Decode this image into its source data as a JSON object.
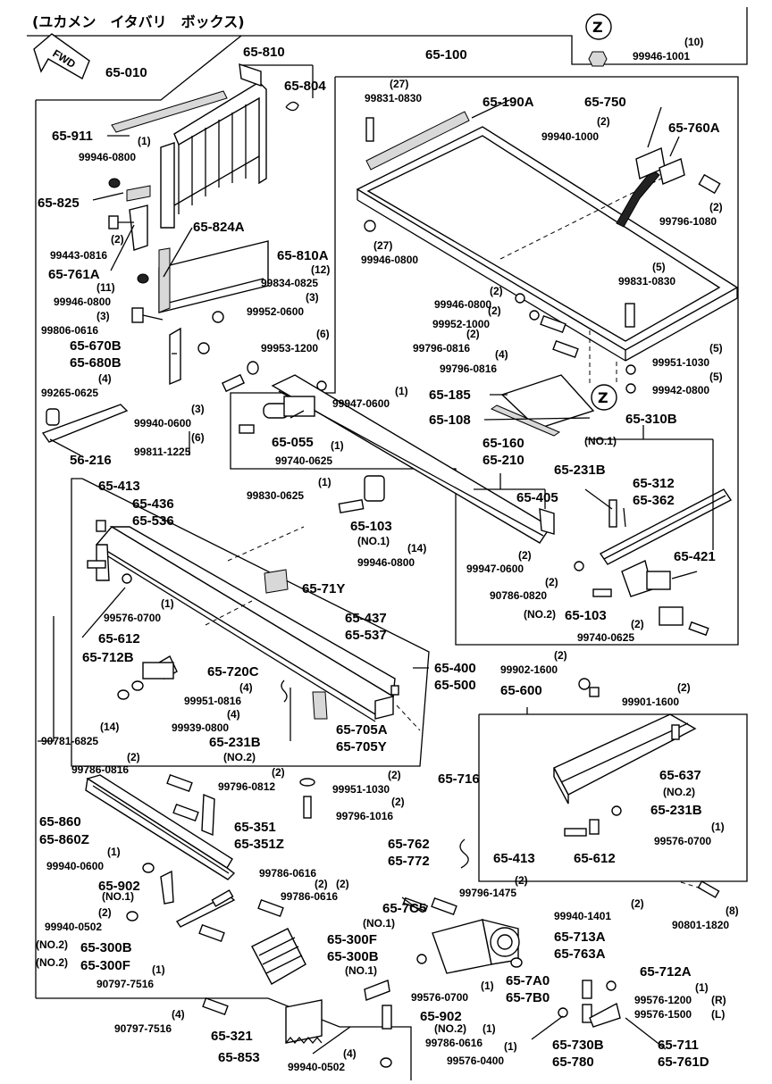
{
  "header": {
    "title": "(ユカメン　イタバリ　ボックス)"
  },
  "fwd_label": "FWD",
  "ref_marker": "Z",
  "parts": {
    "p65_010": "65-010",
    "p65_810": "65-810",
    "p65_804": "65-804",
    "p65_911": "65-911",
    "p99946_0800a": "99946-0800",
    "q1a": "(1)",
    "p65_825": "65-825",
    "p99443_0816": "99443-0816",
    "q2a": "(2)",
    "p65_761A": "65-761A",
    "p99946_0800b": "99946-0800",
    "q11": "(11)",
    "p65_824A": "65-824A",
    "p65_810A": "65-810A",
    "p99834_0825": "99834-0825",
    "q12": "(12)",
    "p99952_0600": "99952-0600",
    "q3a": "(3)",
    "p99806_0616": "99806-0616",
    "q3b": "(3)",
    "p65_670B": "65-670B",
    "p65_680B": "65-680B",
    "p99953_1200": "99953-1200",
    "q6a": "(6)",
    "p99265_0625": "99265-0625",
    "q4a": "(4)",
    "p99940_0600a": "99940-0600",
    "q3c": "(3)",
    "p99811_1225": "99811-1225",
    "q6b": "(6)",
    "p56_216": "56-216",
    "p65_100": "65-100",
    "p99831_0830a": "99831-0830",
    "q27a": "(27)",
    "p65_190A": "65-190A",
    "p65_750": "65-750",
    "p99940_1000": "99940-1000",
    "q2b": "(2)",
    "p65_760A": "65-760A",
    "p99796_1080": "99796-1080",
    "q2c": "(2)",
    "p99946_0800c": "99946-0800",
    "q27b": "(27)",
    "p99831_0830b": "99831-0830",
    "q5a": "(5)",
    "p99946_0800d": "99946-0800",
    "q2d": "(2)",
    "p99952_1000": "99952-1000",
    "q2e": "(2)",
    "p99796_0816a": "99796-0816",
    "q2f": "(2)",
    "p99796_0816b": "99796-0816",
    "q4b": "(4)",
    "p99951_1030a": "99951-1030",
    "q5b": "(5)",
    "p99942_0800": "99942-0800",
    "q5c": "(5)",
    "p65_185": "65-185",
    "p65_108": "65-108",
    "p99947_0600a": "99947-0600",
    "q1b": "(1)",
    "p65_055": "65-055",
    "p99740_0625a": "99740-0625",
    "q1c": "(1)",
    "p99946_1001": "99946-1001",
    "q10": "(10)",
    "p65_160": "65-160",
    "p65_210": "65-210",
    "p65_310B": "65-310B",
    "no1a": "(NO.1)",
    "p65_231Ba": "65-231B",
    "p65_312": "65-312",
    "p65_362": "65-362",
    "p65_405": "65-405",
    "p65_421": "65-421",
    "p99830_0625": "99830-0625",
    "q1d": "(1)",
    "p65_103a": "65-103",
    "no1b": "(NO.1)",
    "q14a": "(14)",
    "p99946_0800e": "99946-0800",
    "p99947_0600b": "99947-0600",
    "q2g": "(2)",
    "p90786_0820": "90786-0820",
    "q2h": "(2)",
    "no2a": "(NO.2)",
    "p65_103b": "65-103",
    "p99740_0625b": "99740-0625",
    "q2i": "(2)",
    "p65_413a": "65-413",
    "p65_436": "65-436",
    "p65_536": "65-536",
    "p65_71Y": "65-71Y",
    "p99576_0700a": "99576-0700",
    "q1e": "(1)",
    "p65_612a": "65-612",
    "p65_437": "65-437",
    "p65_537": "65-537",
    "p65_712B": "65-712B",
    "p65_720C": "65-720C",
    "p99951_0816": "99951-0816",
    "q4c": "(4)",
    "p99939_0800": "99939-0800",
    "q4d": "(4)",
    "p65_231Bb": "65-231B",
    "no2b": "(NO.2)",
    "p65_705A": "65-705A",
    "p65_705Y": "65-705Y",
    "p65_400": "65-400",
    "p65_500": "65-500",
    "p90781_6825": "90781-6825",
    "q14b": "(14)",
    "p99902_1600": "99902-1600",
    "q2j": "(2)",
    "p99901_1600": "99901-1600",
    "q2k": "(2)",
    "p65_600": "65-600",
    "p65_716": "65-716",
    "p65_637": "65-637",
    "no2c": "(NO.2)",
    "p65_231Bc": "65-231B",
    "p99576_0700b": "99576-0700",
    "q1f": "(1)",
    "p65_413b": "65-413",
    "p65_612b": "65-612",
    "p99786_0816": "99786-0816",
    "q2l": "(2)",
    "p99796_0812": "99796-0812",
    "q2m": "(2)",
    "p99951_1030b": "99951-1030",
    "q2n": "(2)",
    "p99796_1016": "99796-1016",
    "q2o": "(2)",
    "p65_860": "65-860",
    "p65_860Z": "65-860Z",
    "p65_351": "65-351",
    "p65_351Z": "65-351Z",
    "p65_762": "65-762",
    "p65_772": "65-772",
    "p99940_0600b": "99940-0600",
    "q1g": "(1)",
    "p65_902a": "65-902",
    "no1c": "(NO.1)",
    "p99786_0616a": "99786-0616",
    "q2p": "(2)",
    "p99786_0616b": "99786-0616",
    "q2q": "(2)",
    "p99940_0502a": "99940-0502",
    "q2r": "(2)",
    "no2d": "(NO.2)",
    "p65_300B": "65-300B",
    "no2e": "(NO.2)",
    "p65_300Fa": "65-300F",
    "p90797_7516a": "90797-7516",
    "q1h": "(1)",
    "p65_7C5": "65-7C5",
    "p99796_1475": "99796-1475",
    "q2s": "(2)",
    "no1d": "(NO.1)",
    "p65_300Fb": "65-300F",
    "p65_300Bb": "65-300B",
    "no1e": "(NO.1)",
    "p99940_1401": "99940-1401",
    "q2t": "(2)",
    "p65_713A": "65-713A",
    "p65_763A": "65-763A",
    "p90801_1820": "90801-1820",
    "q8": "(8)",
    "p99576_0700c": "99576-0700",
    "q1i": "(1)",
    "p65_7A0": "65-7A0",
    "p65_7B0": "65-7B0",
    "p65_902b": "65-902",
    "no2f": "(NO.2)",
    "p65_712A": "65-712A",
    "p99576_1200": "99576-1200",
    "q1j": "(1)",
    "rR": "(R)",
    "p99576_1500": "99576-1500",
    "rL": "(L)",
    "p90797_7516b": "90797-7516",
    "q4e": "(4)",
    "p65_321": "65-321",
    "p99786_0616c": "99786-0616",
    "q1k": "(1)",
    "p65_853": "65-853",
    "p99940_0502b": "99940-0502",
    "q4f": "(4)",
    "p99576_0400": "99576-0400",
    "q1l": "(1)",
    "p65_730B": "65-730B",
    "p65_780": "65-780",
    "p65_711": "65-711",
    "p65_761D": "65-761D"
  }
}
